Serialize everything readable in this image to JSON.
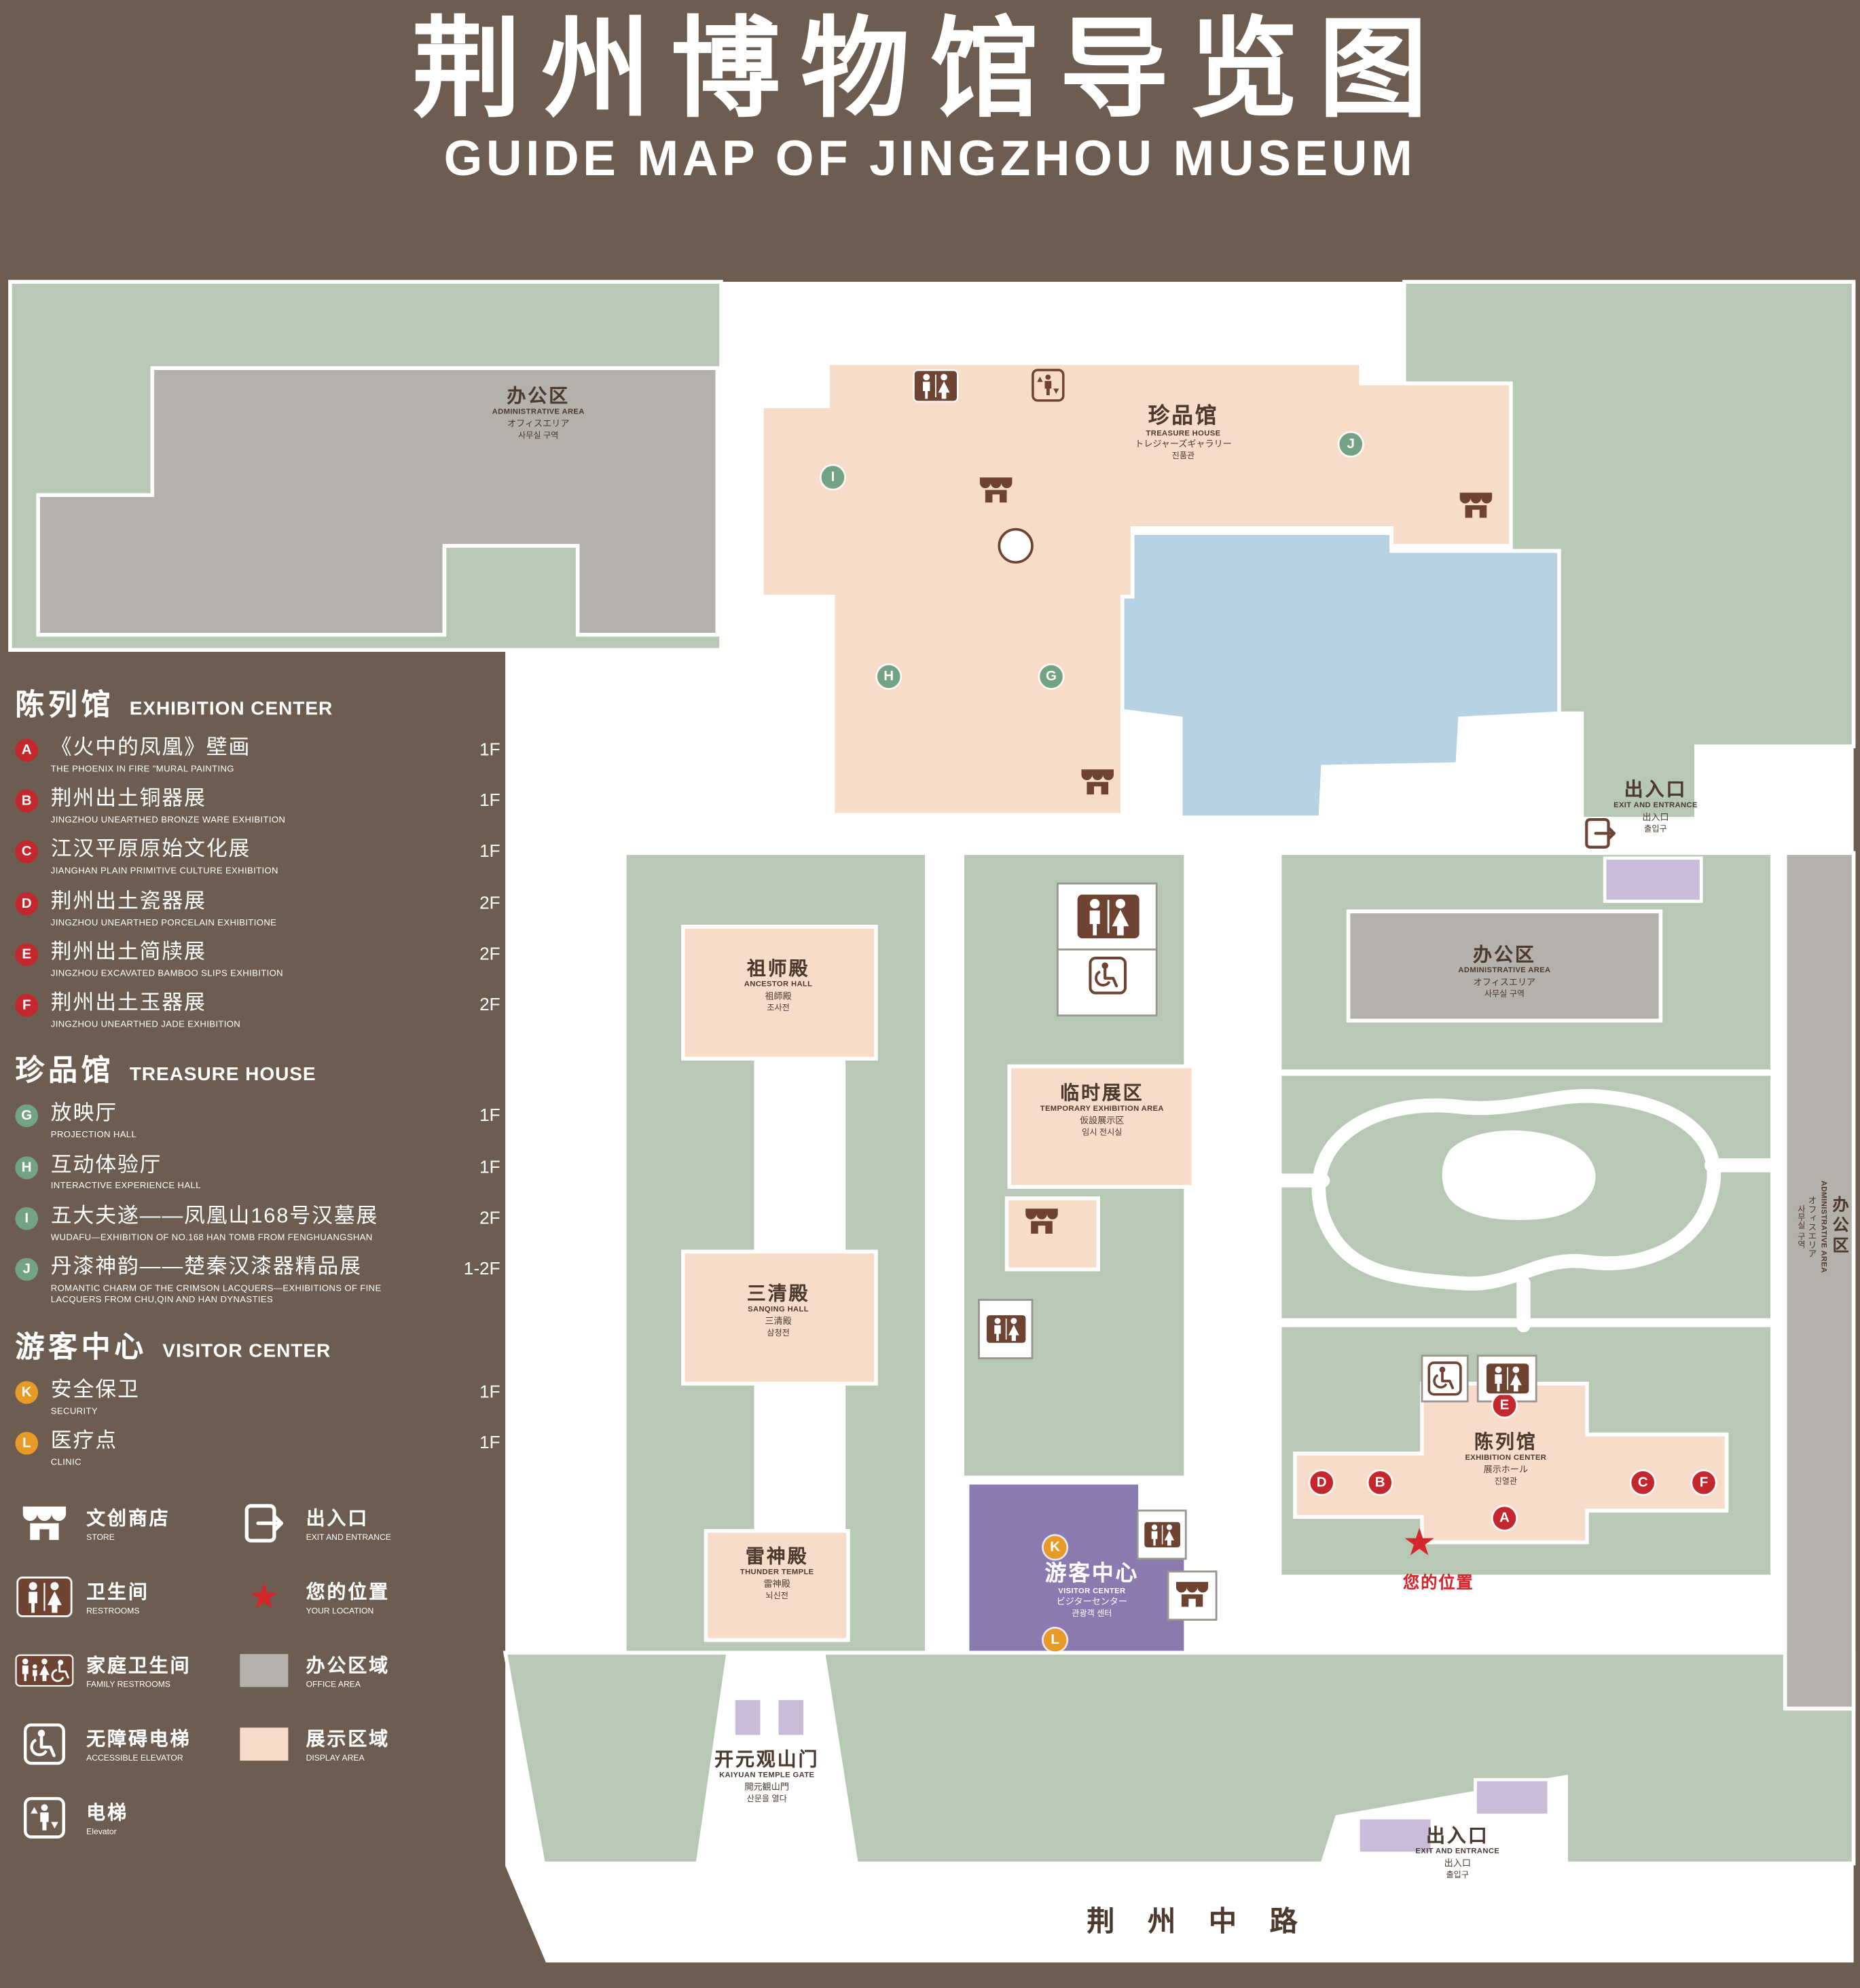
{
  "header": {
    "title": "荆州博物馆导览图",
    "subtitle": "GUIDE MAP OF JINGZHOU MUSEUM"
  },
  "legend": {
    "sections": [
      {
        "zh": "陈列馆",
        "en": "EXHIBITION CENTER",
        "items": [
          {
            "letter": "A",
            "zh": "《火中的凤凰》壁画",
            "en": "THE PHOENIX IN FIRE \"MURAL PAINTING",
            "floor": "1F"
          },
          {
            "letter": "B",
            "zh": "荆州出土铜器展",
            "en": "JINGZHOU UNEARTHED BRONZE WARE EXHIBITION",
            "floor": "1F"
          },
          {
            "letter": "C",
            "zh": "江汉平原原始文化展",
            "en": "JIANGHAN PLAIN PRIMITIVE CULTURE EXHIBITION",
            "floor": "1F"
          },
          {
            "letter": "D",
            "zh": "荆州出土瓷器展",
            "en": "JINGZHOU UNEARTHED PORCELAIN EXHIBITIONE",
            "floor": "2F"
          },
          {
            "letter": "E",
            "zh": "荆州出土简牍展",
            "en": "JINGZHOU EXCAVATED BAMBOO SLIPS EXHIBITION",
            "floor": "2F"
          },
          {
            "letter": "F",
            "zh": "荆州出土玉器展",
            "en": "JINGZHOU UNEARTHED JADE EXHIBITION",
            "floor": "2F"
          }
        ]
      },
      {
        "zh": "珍品馆",
        "en": "TREASURE HOUSE",
        "items": [
          {
            "letter": "G",
            "zh": "放映厅",
            "en": "PROJECTION HALL",
            "floor": "1F"
          },
          {
            "letter": "H",
            "zh": "互动体验厅",
            "en": "INTERACTIVE EXPERIENCE HALL",
            "floor": "1F"
          },
          {
            "letter": "I",
            "zh": "五大夫遂——凤凰山168号汉墓展",
            "en": "WUDAFU—EXHIBITION OF NO.168 HAN TOMB FROM FENGHUANGSHAN",
            "floor": "2F"
          },
          {
            "letter": "J",
            "zh": "丹漆神韵——楚秦汉漆器精品展",
            "en": "ROMANTIC CHARM OF THE CRIMSON LACQUERS—EXHIBITIONS OF FINE LACQUERS FROM CHU,QIN AND HAN DYNASTIES",
            "floor": "1-2F"
          }
        ]
      },
      {
        "zh": "游客中心",
        "en": "VISITOR CENTER",
        "items": [
          {
            "letter": "K",
            "zh": "安全保卫",
            "en": "SECURITY",
            "floor": "1F"
          },
          {
            "letter": "L",
            "zh": "医疗点",
            "en": "CLINIC",
            "floor": "1F"
          }
        ]
      }
    ],
    "symbols": [
      {
        "zh": "文创商店",
        "en": "STORE"
      },
      {
        "zh": "卫生间",
        "en": "RESTROOMS"
      },
      {
        "zh": "家庭卫生间",
        "en": "FAMILY RESTROOMS"
      },
      {
        "zh": "无障碍电梯",
        "en": "ACCESSIBLE ELEVATOR"
      },
      {
        "zh": "电梯",
        "en": "Elevator"
      },
      {
        "zh": "出入口",
        "en": "EXIT AND ENTRANCE"
      },
      {
        "zh": "您的位置",
        "en": "YOUR LOCATION"
      },
      {
        "zh": "办公区域",
        "en": "OFFICE AREA"
      },
      {
        "zh": "展示区域",
        "en": "DISPLAY AREA"
      }
    ]
  },
  "map": {
    "labels": {
      "admin_nw": {
        "zh": "办公区",
        "en": "ADMINISTRATIVE AREA",
        "ja": "オフィスエリア",
        "ko": "사무실 구역"
      },
      "treasure": {
        "zh": "珍品馆",
        "en": "TREASURE HOUSE",
        "ja": "トレジャーズギャラリー",
        "ko": "진품관"
      },
      "ancestor": {
        "zh": "祖师殿",
        "en": "ANCESTOR HALL",
        "ja": "祖師殿",
        "ko": "조사전"
      },
      "temporary": {
        "zh": "临时展区",
        "en": "TEMPORARY EXHIBITION AREA",
        "ja": "仮設展示区",
        "ko": "임시 전시실"
      },
      "sanqing": {
        "zh": "三清殿",
        "en": "SANQING HALL",
        "ja": "三清殿",
        "ko": "삼청전"
      },
      "thunder": {
        "zh": "雷神殿",
        "en": "THUNDER TEMPLE",
        "ja": "雷神殿",
        "ko": "뇌신전"
      },
      "visitor": {
        "zh": "游客中心",
        "en": "VISITOR CENTER",
        "ja": "ビジターセンター",
        "ko": "관광객 센터"
      },
      "exhibition": {
        "zh": "陈列馆",
        "en": "EXHIBITION CENTER",
        "ja": "展示ホール",
        "ko": "진열관"
      },
      "admin_e": {
        "zh": "办公区",
        "en": "ADMINISTRATIVE AREA",
        "ja": "オフィスエリア",
        "ko": "사무실 구역"
      },
      "admin_strip": {
        "zh": "办公区",
        "en": "ADMINISTRATIVE AREA",
        "ja": "オフィスエリア",
        "ko": "사무실 구역"
      },
      "exit_ne": {
        "zh": "出入口",
        "en": "EXIT AND ENTRANCE",
        "ja": "出入口",
        "ko": "출입구"
      },
      "exit_s": {
        "zh": "出入口",
        "en": "EXIT AND ENTRANCE",
        "ja": "出入口",
        "ko": "출입구"
      },
      "gate": {
        "zh": "开元观山门",
        "en": "KAIYUAN TEMPLE GATE",
        "ja": "開元観山門",
        "ko": "산문을 열다"
      },
      "road": "荆州中路",
      "your_location": "您的位置"
    },
    "markers": {
      "red": [
        "A",
        "B",
        "C",
        "D",
        "E",
        "F"
      ],
      "green": [
        "G",
        "H",
        "I",
        "J"
      ],
      "orange": [
        "K",
        "L"
      ]
    }
  },
  "colors": {
    "background": "#6d5c50",
    "grass": "#b7c9b5",
    "display_area": "#f8dcca",
    "office_area": "#b4b0ab",
    "water": "#b7d3e3",
    "visitor_center": "#8a7ab0",
    "gate_building": "#c9bcd9",
    "marker_red": "#c4272e",
    "marker_green": "#72a385",
    "marker_orange": "#e79b26",
    "icon_brown": "#6e4332",
    "label_text": "#4c3a2e",
    "location_red": "#d4262b"
  }
}
